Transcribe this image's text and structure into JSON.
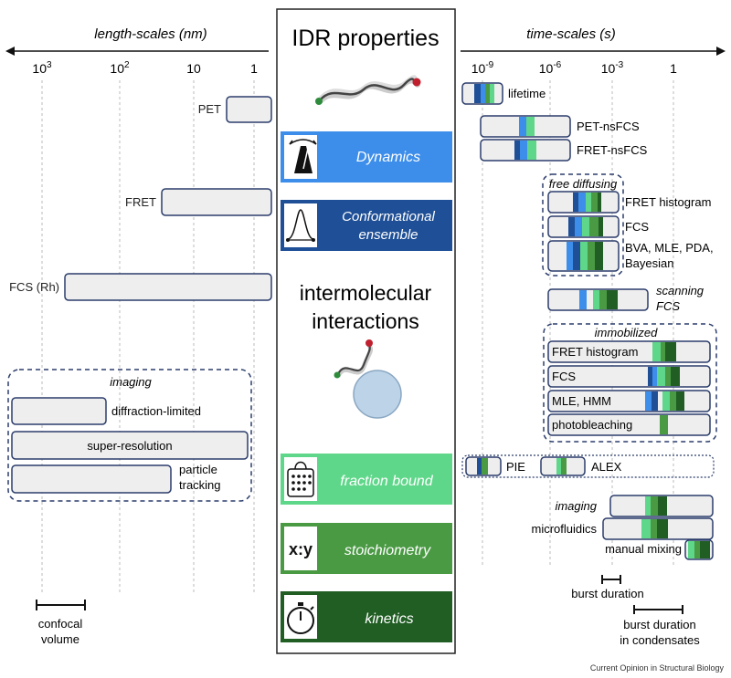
{
  "colors": {
    "dynamics": "#3d8eea",
    "conformational": "#1f4f96",
    "fraction_bound": "#5fd78a",
    "stoichiometry": "#4a9a44",
    "kinetics": "#215e24",
    "bar_fill": "#eeeeee",
    "bar_border": "#2b3d6b",
    "dashed": "#2b3d6b",
    "circle_fill": "#bcd3e8"
  },
  "length_axis": {
    "title": "length-scales (nm)",
    "ticks": [
      {
        "base": "10",
        "exp": "3"
      },
      {
        "base": "10",
        "exp": "2"
      },
      {
        "base": "10",
        "exp": ""
      },
      {
        "base": "1",
        "exp": ""
      }
    ]
  },
  "time_axis": {
    "title": "time-scales (s)",
    "ticks": [
      {
        "base": "10",
        "exp": "-9"
      },
      {
        "base": "10",
        "exp": "-6"
      },
      {
        "base": "10",
        "exp": "-3"
      },
      {
        "base": "1",
        "exp": ""
      }
    ]
  },
  "center": {
    "title": "IDR properties",
    "dynamics": "Dynamics",
    "conformational_1": "Conformational",
    "conformational_2": "ensemble",
    "intermolecular_1": "intermolecular",
    "intermolecular_2": "interactions",
    "fraction_bound": "fraction bound",
    "stoichiometry": "stoichiometry",
    "stoichiometry_icon": "x:y",
    "kinetics": "kinetics"
  },
  "left_labels": {
    "pet": "PET",
    "fret": "FRET",
    "fcs_rh": "FCS (Rh)",
    "imaging": "imaging",
    "diffraction": "diffraction-limited",
    "super_resolution": "super-resolution",
    "particle_1": "particle",
    "particle_2": "tracking",
    "confocal_1": "confocal",
    "confocal_2": "volume"
  },
  "right_labels": {
    "lifetime": "lifetime",
    "pet_nsfcs": "PET-nsFCS",
    "fret_nsfcs": "FRET-nsFCS",
    "free_diffusing": "free diffusing",
    "fret_histogram": "FRET histogram",
    "fcs": "FCS",
    "bva_1": "BVA, MLE, PDA,",
    "bva_2": "Bayesian",
    "scanning_1": "scanning",
    "scanning_2": "FCS",
    "immobilized": "immobilized",
    "imm_fret_histogram": "FRET histogram",
    "imm_fcs": "FCS",
    "imm_mle": "MLE, HMM",
    "photobleaching": "photobleaching",
    "pie": "PIE",
    "alex": "ALEX",
    "imaging": "imaging",
    "microfluidics": "microfluidics",
    "manual_mixing": "manual mixing",
    "burst_duration": "burst duration",
    "burst_cond_1": "burst duration",
    "burst_cond_2": "in condensates"
  },
  "credit": "Current Opinion in Structural Biology"
}
